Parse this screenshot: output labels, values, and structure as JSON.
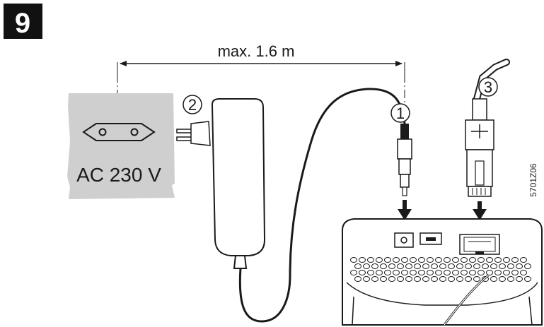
{
  "step_number": "9",
  "dimension_label": "max. 1.6 m",
  "socket_voltage_label": "AC 230 V",
  "callouts": [
    {
      "id": "dc-plug",
      "number": "1"
    },
    {
      "id": "power-adapter",
      "number": "2"
    },
    {
      "id": "network-cable",
      "number": "3"
    }
  ],
  "figure_code": "5701Z06",
  "colors": {
    "line": "#1a1a1a",
    "wall_gray": "#cfcfcf",
    "badge_bg": "#111111",
    "badge_text": "#ffffff"
  }
}
